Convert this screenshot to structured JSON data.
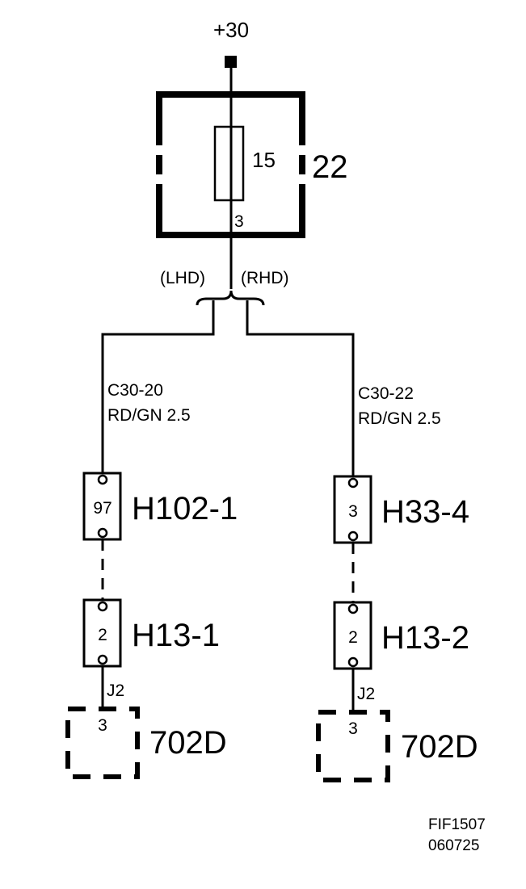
{
  "supply": {
    "label": "+30"
  },
  "fuse_box": {
    "id": "22",
    "fuse_rating": "15",
    "pin": "3"
  },
  "variants": {
    "left": "(LHD)",
    "right": "(RHD)"
  },
  "left_branch": {
    "wire_code": "C30-20",
    "wire_spec": "RD/GN 2.5",
    "connector_a": {
      "id": "H102-1",
      "pin": "97"
    },
    "connector_b": {
      "id": "H13-1",
      "pin": "2"
    },
    "joint": "J2",
    "module": {
      "id": "702D",
      "pin": "3"
    }
  },
  "right_branch": {
    "wire_code": "C30-22",
    "wire_spec": "RD/GN 2.5",
    "connector_a": {
      "id": "H33-4",
      "pin": "3"
    },
    "connector_b": {
      "id": "H13-2",
      "pin": "2"
    },
    "joint": "J2",
    "module": {
      "id": "702D",
      "pin": "3"
    }
  },
  "footer": {
    "ref_code": "FIF1507",
    "ref_date": "060725"
  }
}
